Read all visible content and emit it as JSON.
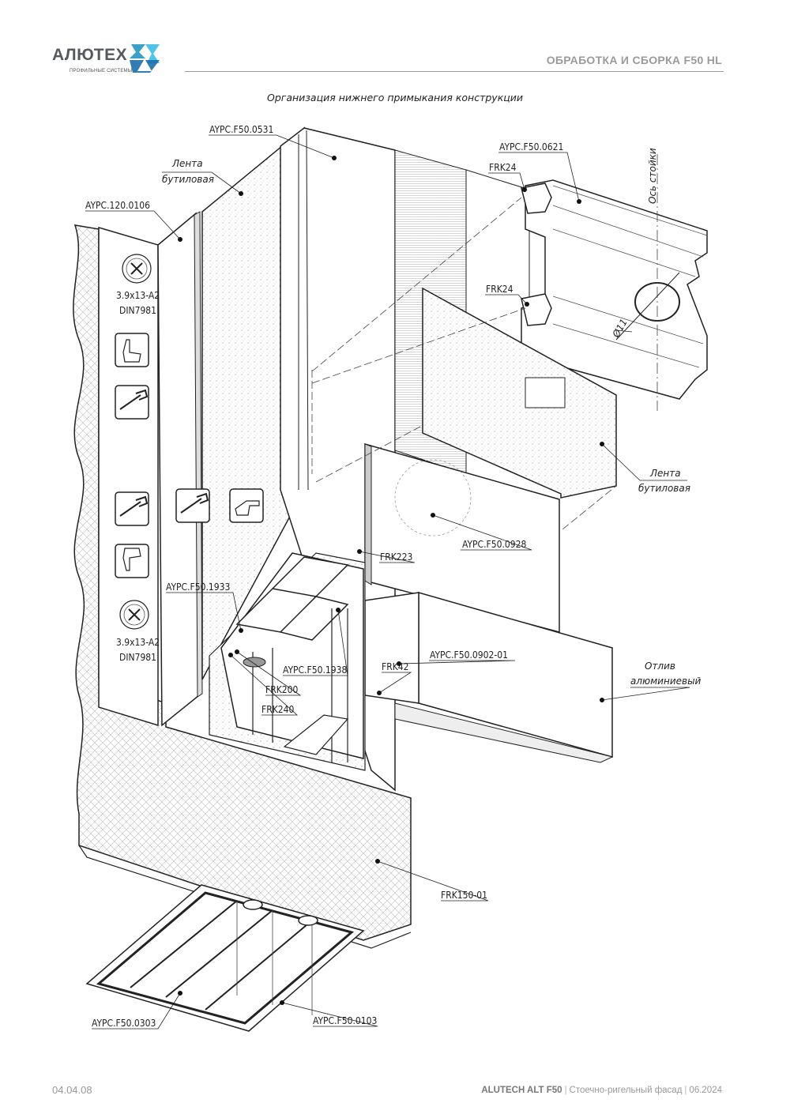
{
  "header": {
    "logo_text": "АЛЮТЕХ",
    "logo_subtitle": "ПРОФИЛЬНЫЕ СИСТЕМЫ",
    "section_title": "ОБРАБОТКА И СБОРКА F50 HL"
  },
  "drawing": {
    "title": "Организация нижнего примыкания конструкции",
    "labels": {
      "aypc_f50_0531": "AYPC.F50.0531",
      "tape_left_1": "Лента",
      "tape_left_2": "бутиловая",
      "aypc_120_0106": "AYPC.120.0106",
      "aypc_f50_0621": "AYPC.F50.0621",
      "frk24_top": "FRK24",
      "frk24_mid": "FRK24",
      "axis": "Ось стойки",
      "diameter": "Ø11",
      "screw_top_1": "3.9x13-A2",
      "screw_top_2": "DIN7981",
      "screw_bot_1": "3.9x13-A2",
      "screw_bot_2": "DIN7981",
      "tape_right_1": "Лента",
      "tape_right_2": "бутиловая",
      "aypc_f50_0928": "AYPC.F50.0928",
      "frk223": "FRK223",
      "aypc_f50_1933": "AYPC.F50.1933",
      "aypc_f50_0902_01": "AYPC.F50.0902-01",
      "frk42": "FRK42",
      "aypc_f50_1938": "AYPC.F50.1938",
      "frk200": "FRK200",
      "frk240": "FRK240",
      "otliv_1": "Отлив",
      "otliv_2": "алюминиевый",
      "frk150_01": "FRK150-01",
      "aypc_f50_0303": "AYPC.F50.0303",
      "aypc_f50_0103": "AYPC.F50.0103"
    },
    "icons": [
      "screw-head-icon",
      "hand-press-icon",
      "sealant-gun-icon",
      "sealant-gun-icon",
      "hand-press-icon",
      "screw-head-icon",
      "sealant-gun-icon",
      "hand-point-icon"
    ]
  },
  "footer": {
    "page_number": "04.04.08",
    "brand": "ALUTECH ALT F50",
    "description": "Стоечно-ригельный фасад",
    "date": "06.2024"
  }
}
